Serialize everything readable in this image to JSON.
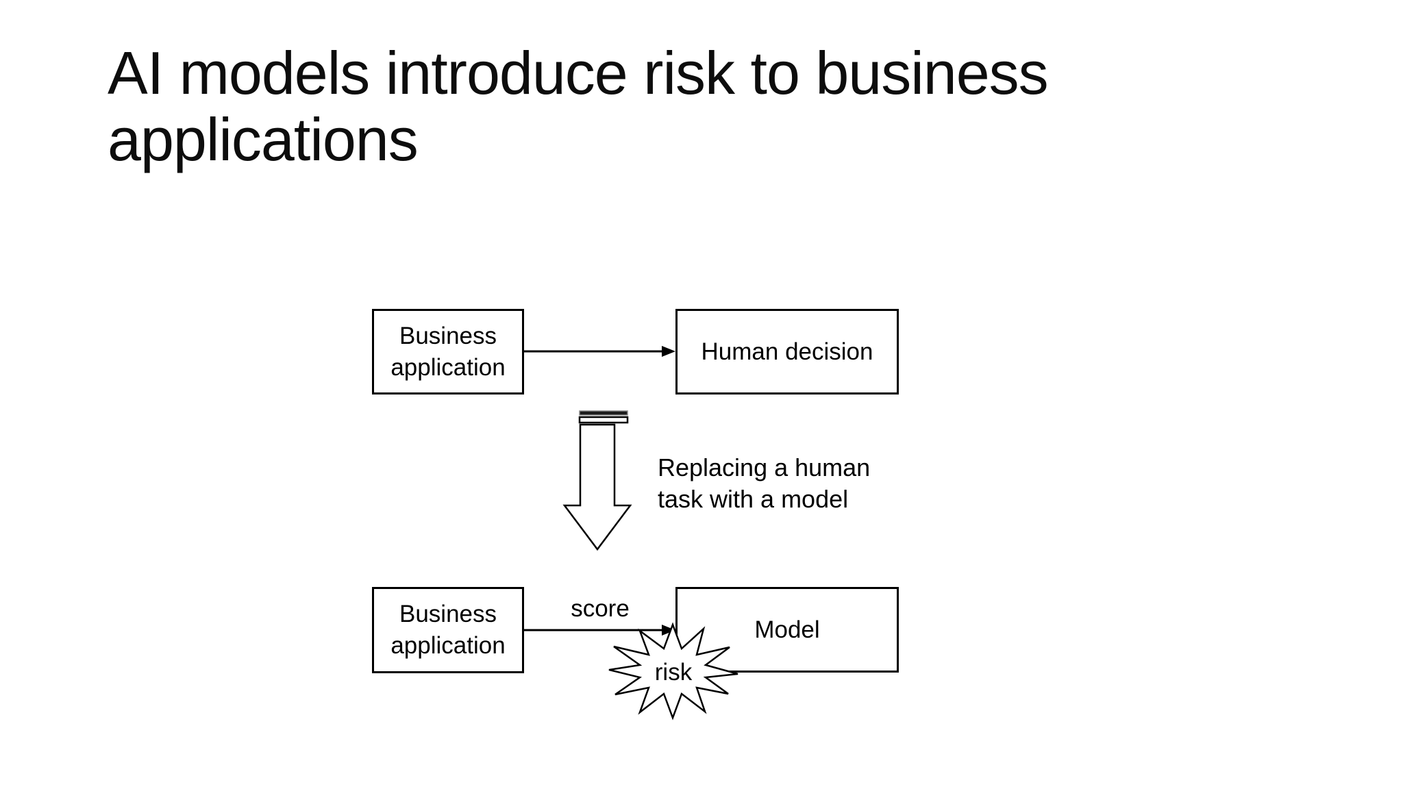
{
  "slide": {
    "title_line1": "AI models introduce risk to business",
    "title_line2": "applications"
  },
  "diagram": {
    "before": {
      "source_box_label": "Business application",
      "target_box_label": "Human decision"
    },
    "transition": {
      "label": "Replacing a human task with a model"
    },
    "after": {
      "source_box_label": "Business application",
      "target_box_label": "Model",
      "connector_label": "score",
      "burst_label": "risk"
    },
    "colors": {
      "stroke": "#000000",
      "background": "#ffffff"
    }
  }
}
